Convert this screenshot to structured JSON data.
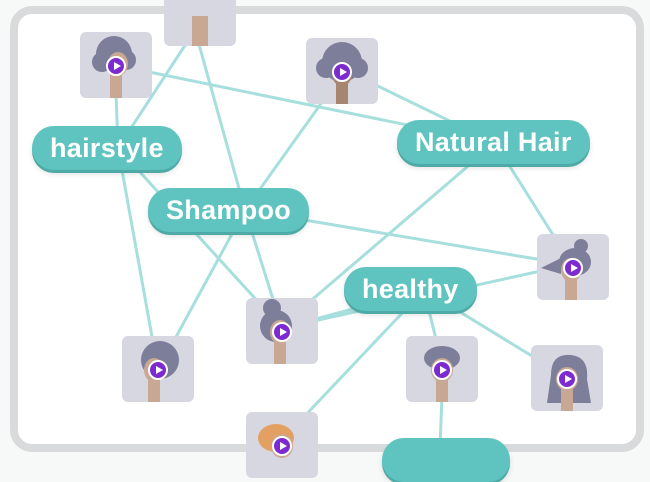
{
  "tags": {
    "hairstyle": "hairstyle",
    "natural_hair": "Natural Hair",
    "shampoo": "Shampoo",
    "healthy": "healthy"
  },
  "icons": [
    "play-icon",
    "person-avatar"
  ],
  "colors": {
    "tag": "#5fc3bf",
    "edge": "#a6dfdd",
    "play": "#7d2bd0",
    "tile": "#d7d7e2",
    "frame": "#d9dadb"
  }
}
